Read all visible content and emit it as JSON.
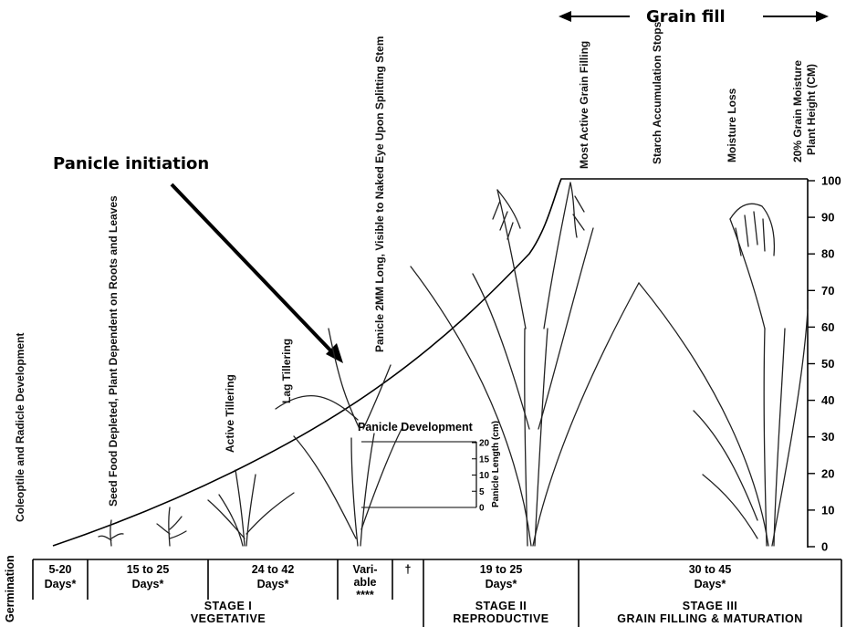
{
  "header": {
    "grain_fill": "Grain fill"
  },
  "annotation": {
    "panicle_initiation": "Panicle initiation"
  },
  "stage_labels": {
    "coleoptile": "Coleoptile and Radicle Development",
    "seed_food": "Seed Food Depleted, Plant Dependent on Roots and Leaves",
    "active_tillering": "Active Tillering",
    "lag_tillering": "Lag Tillering",
    "panicle_2mm": "Panicle 2MM Long, Visible to Naked Eye Upon Splitting Stem",
    "panicle_development": "Panicle Development",
    "most_active": "Most Active Grain Filling",
    "starch_stops": "Starch Accumulation Stops",
    "moisture_loss": "Moisture Loss",
    "grain_moisture": "20% Grain Moisture"
  },
  "height_axis": {
    "title": "Plant Height (CM)",
    "ticks": [
      "100",
      "90",
      "80",
      "70",
      "60",
      "50",
      "40",
      "30",
      "20",
      "10",
      "0"
    ]
  },
  "panicle_axis": {
    "title": "Panicle Length (cm)",
    "ticks": [
      "20",
      "15",
      "10",
      "5",
      "0"
    ]
  },
  "timeline": {
    "germination": "Germination",
    "periods": [
      {
        "line1": "5-20",
        "line2": "Days*"
      },
      {
        "line1": "15 to 25",
        "line2": "Days*"
      },
      {
        "line1": "24 to 42",
        "line2": "Days*"
      },
      {
        "line1": "Vari-",
        "line2": "able",
        "line3": "****"
      },
      {
        "line1": "†",
        "line2": ""
      },
      {
        "line1": "19 to 25",
        "line2": "Days*"
      },
      {
        "line1": "30 to 45",
        "line2": "Days*"
      }
    ],
    "stages": [
      {
        "name": "STAGE I",
        "desc": "VEGETATIVE"
      },
      {
        "name": "STAGE II",
        "desc": "REPRODUCTIVE"
      },
      {
        "name": "STAGE III",
        "desc": "GRAIN FILLING & MATURATION"
      }
    ]
  }
}
